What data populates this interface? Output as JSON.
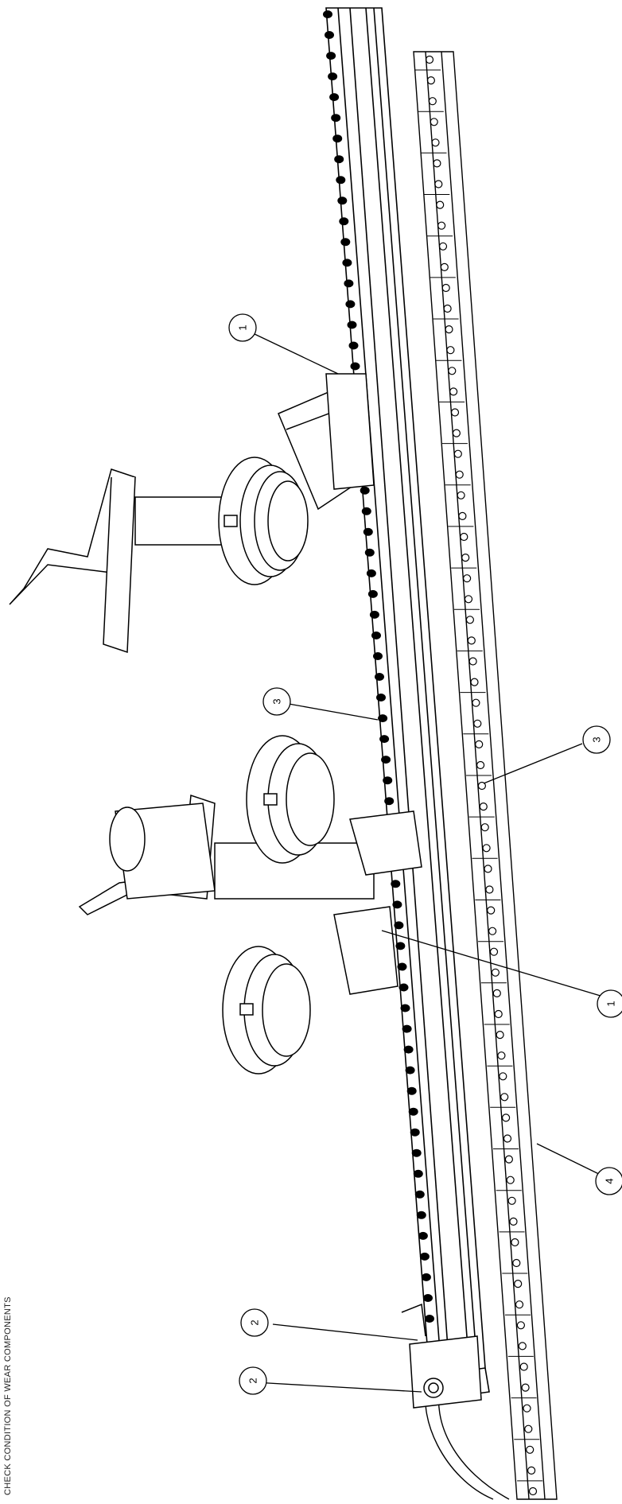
{
  "note": "CHECK CONDITION OF WEAR COMPONENTS",
  "callouts": [
    {
      "id": "callout-1a",
      "label": "1"
    },
    {
      "id": "callout-1b",
      "label": "1"
    },
    {
      "id": "callout-2a",
      "label": "2"
    },
    {
      "id": "callout-2b",
      "label": "2"
    },
    {
      "id": "callout-3a",
      "label": "3"
    },
    {
      "id": "callout-3b",
      "label": "3"
    },
    {
      "id": "callout-4",
      "label": "4"
    }
  ],
  "colors": {
    "line": "#000000",
    "background": "#ffffff"
  }
}
